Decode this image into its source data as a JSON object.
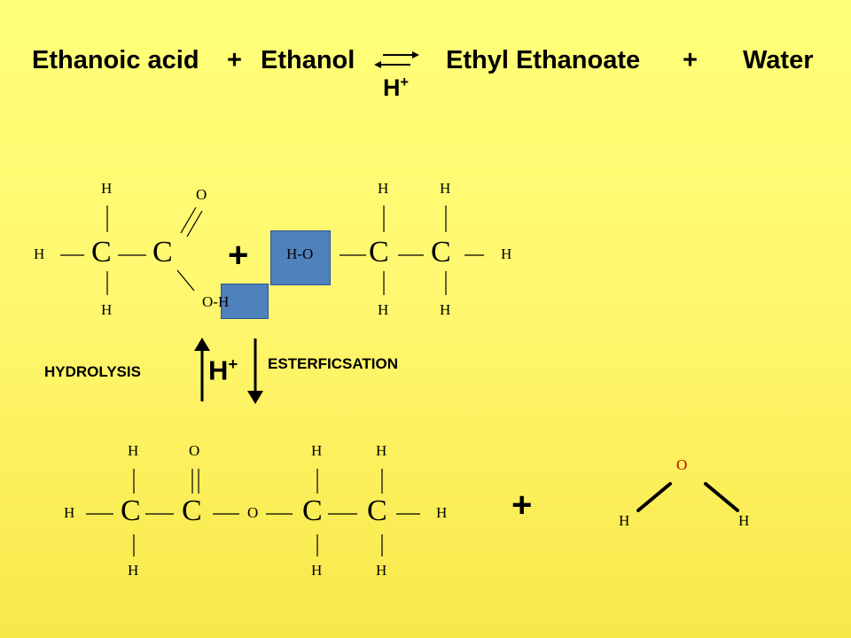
{
  "equation": {
    "reactant1": "Ethanoic acid",
    "plus1": "+",
    "reactant2": "Ethanol",
    "product1": "Ethyl Ethanoate",
    "plus2": "+",
    "product2": "Water",
    "catalyst": "H",
    "catalyst_sup": "+"
  },
  "acid": {
    "h_top": "H",
    "h_left": "H",
    "h_bottom": "H",
    "c1": "C",
    "c2": "C",
    "o_double": "O",
    "oh": "O-H"
  },
  "plus_middle": "+",
  "ethanol": {
    "ho": "H-O",
    "c1": "C",
    "c2": "C",
    "h_top1": "H",
    "h_top2": "H",
    "h_bottom1": "H",
    "h_bottom2": "H",
    "h_right": "H"
  },
  "process": {
    "hydrolysis": "HYDROLYSIS",
    "esterification": "ESTERFICSATION",
    "catalyst": "H",
    "catalyst_sup": "+"
  },
  "ester": {
    "h_left": "H",
    "c1": "C",
    "c2": "C",
    "o_bridge": "O",
    "c3": "C",
    "c4": "C",
    "h_right": "H",
    "h_top1": "H",
    "o_top": "O",
    "h_top3": "H",
    "h_top4": "H",
    "h_bottom1": "H",
    "h_bottom3": "H",
    "h_bottom4": "H"
  },
  "plus_bottom": "+",
  "water": {
    "o": "O",
    "h_left": "H",
    "h_right": "H",
    "o_color": "#c00000"
  }
}
